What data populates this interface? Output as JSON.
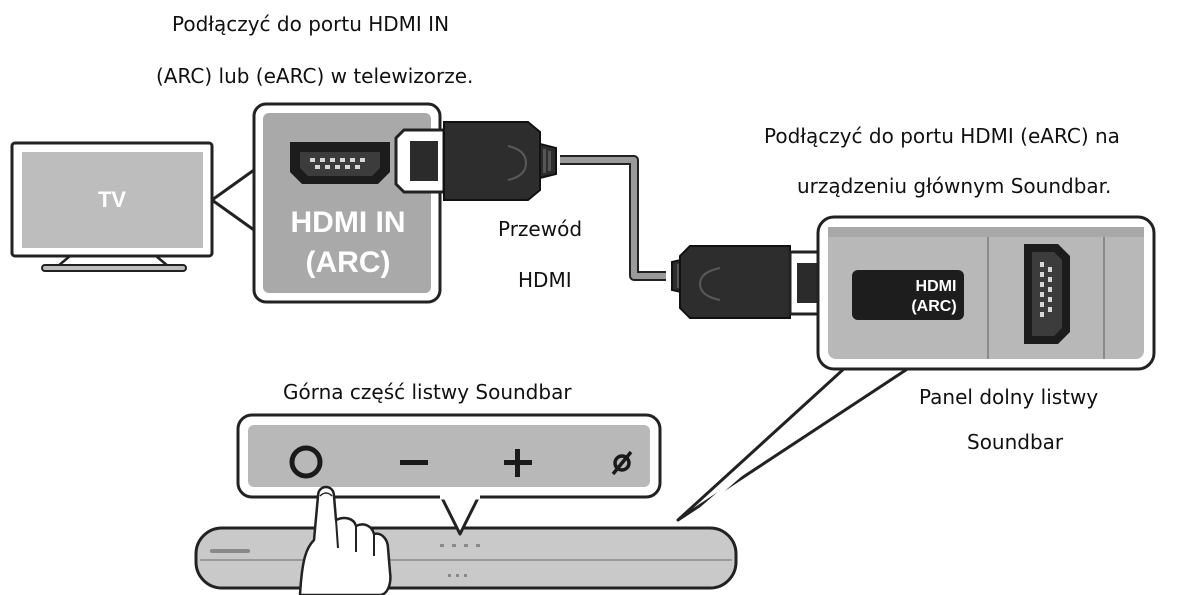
{
  "labels": {
    "tv_port_instruction_line1": "Podłączyć do portu HDMI IN",
    "tv_port_instruction_line2": "(ARC) lub (eARC) w telewizorze.",
    "soundbar_port_instruction_line1": "Podłączyć do portu HDMI (eARC) na",
    "soundbar_port_instruction_line2": "urządzeniu głównym Soundbar.",
    "cable_label_line1": "Przewód",
    "cable_label_line2": "HDMI",
    "top_panel_label": "Górna część listwy Soundbar",
    "bottom_panel_label_line1": "Panel dolny listwy",
    "bottom_panel_label_line2": "Soundbar"
  },
  "tv": {
    "screen_text": "TV"
  },
  "tv_port": {
    "line1": "HDMI IN",
    "line2": "(ARC)"
  },
  "soundbar_port": {
    "line1": "HDMI",
    "line2": "(ARC)"
  },
  "top_panel_buttons": [
    "power",
    "volume-down",
    "volume-up",
    "mic-off"
  ],
  "colors": {
    "panel_gray": "#b5b5b5",
    "cable_gray": "#8a8a8a",
    "dark_plug": "#2a2a2a",
    "outline": "#111111"
  }
}
